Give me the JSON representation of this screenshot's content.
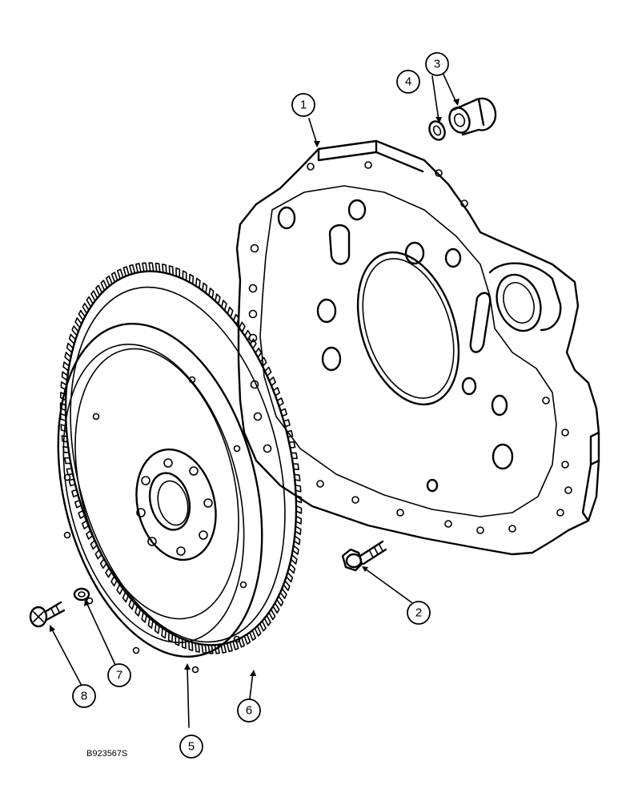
{
  "figure": {
    "reference_code": "B923567S",
    "callouts": [
      {
        "id": "1",
        "label": "1"
      },
      {
        "id": "2",
        "label": "2"
      },
      {
        "id": "3",
        "label": "3"
      },
      {
        "id": "4",
        "label": "4"
      },
      {
        "id": "5",
        "label": "5"
      },
      {
        "id": "6",
        "label": "6"
      },
      {
        "id": "7",
        "label": "7"
      },
      {
        "id": "8",
        "label": "8"
      }
    ]
  }
}
